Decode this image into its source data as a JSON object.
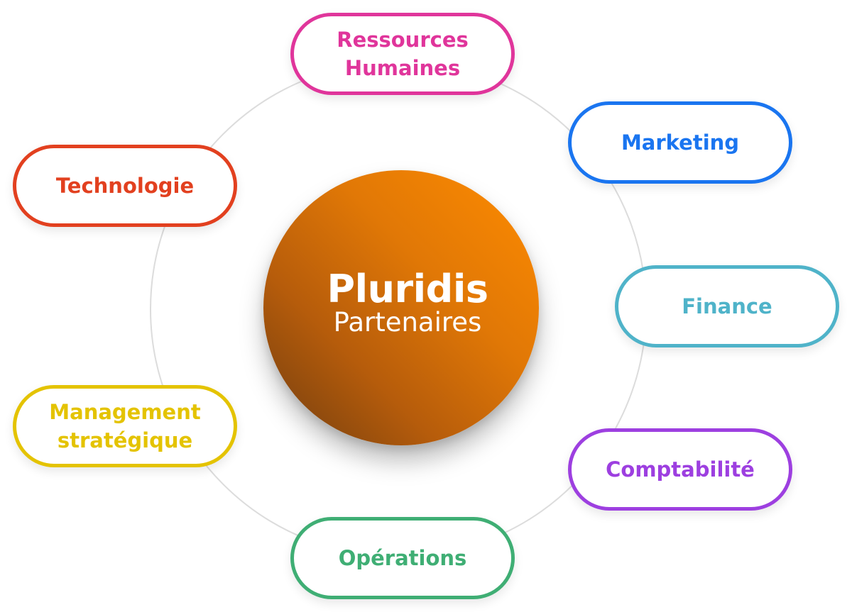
{
  "center": {
    "logo_main": "Pluridis",
    "logo_sub": "Partenaires"
  },
  "nodes": [
    {
      "id": "rh",
      "label": "Ressources\nHumaines",
      "color": "#e0359b"
    },
    {
      "id": "marketing",
      "label": "Marketing",
      "color": "#1a75f0"
    },
    {
      "id": "technologie",
      "label": "Technologie",
      "color": "#e2401f"
    },
    {
      "id": "finance",
      "label": "Finance",
      "color": "#4fb3c9"
    },
    {
      "id": "management",
      "label": "Management\nstratégique",
      "color": "#e4c300"
    },
    {
      "id": "comptabilite",
      "label": "Comptabilité",
      "color": "#9d3fe0"
    },
    {
      "id": "operations",
      "label": "Opérations",
      "color": "#3fae74"
    }
  ],
  "colors": {
    "ring": "#dcdcdc",
    "center_light": "#ff8c00",
    "center_dark": "#6e3c10"
  }
}
